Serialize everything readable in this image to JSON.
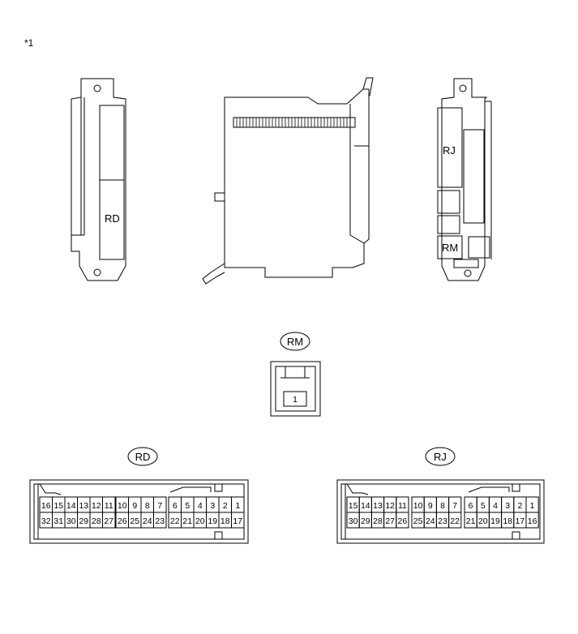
{
  "note": "*1",
  "labels": {
    "left_view": "RD",
    "right_view_top": "RJ",
    "right_view_bottom": "RM"
  },
  "connector_rm": {
    "name": "RM",
    "pins": [
      "1"
    ]
  },
  "connector_rd": {
    "name": "RD",
    "top_row": [
      [
        "16",
        "15",
        "14",
        "13",
        "12",
        "11"
      ],
      [
        "10",
        "9",
        "8",
        "7"
      ],
      [
        "6",
        "5",
        "4",
        "3",
        "2",
        "1"
      ]
    ],
    "bottom_row": [
      [
        "32",
        "31",
        "30",
        "29",
        "28",
        "27"
      ],
      [
        "26",
        "25",
        "24",
        "23"
      ],
      [
        "22",
        "21",
        "20",
        "19",
        "18",
        "17"
      ]
    ]
  },
  "connector_rj": {
    "name": "RJ",
    "top_row": [
      [
        "15",
        "14",
        "13",
        "12",
        "11"
      ],
      [
        "10",
        "9",
        "8",
        "7"
      ],
      [
        "6",
        "5",
        "4",
        "3",
        "2",
        "1"
      ]
    ],
    "bottom_row": [
      [
        "30",
        "29",
        "28",
        "27",
        "26"
      ],
      [
        "25",
        "24",
        "23",
        "22"
      ],
      [
        "21",
        "20",
        "19",
        "18",
        "17",
        "16"
      ]
    ]
  }
}
